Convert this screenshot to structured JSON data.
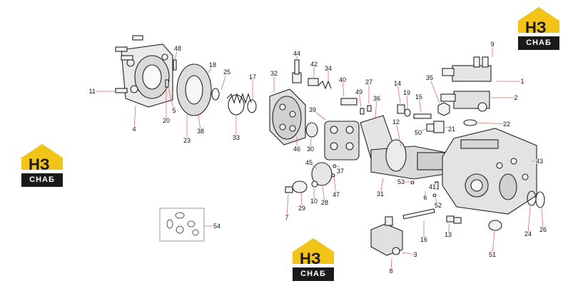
{
  "part_numbers": [
    "1",
    "2",
    "3",
    "4",
    "5",
    "6",
    "7",
    "8",
    "9",
    "10",
    "11",
    "12",
    "13",
    "14",
    "15",
    "16",
    "17",
    "18",
    "19",
    "20",
    "21",
    "22",
    "23",
    "24",
    "25",
    "26",
    "27",
    "28",
    "29",
    "30",
    "31",
    "32",
    "33",
    "34",
    "35",
    "36",
    "37",
    "38",
    "39",
    "40",
    "41",
    "42",
    "43",
    "44",
    "45",
    "46",
    "47",
    "48",
    "49",
    "50",
    "51",
    "52",
    "53",
    "54"
  ],
  "logo": {
    "mark": "НЗ",
    "caption": "СНАБ"
  },
  "colors": {
    "line": "#222222",
    "leader": "#e46a6a",
    "label": "#111111",
    "logo_yellow": "#f2c418",
    "logo_dark": "#1a1a1a",
    "kit_box": "#9a9a9a"
  }
}
